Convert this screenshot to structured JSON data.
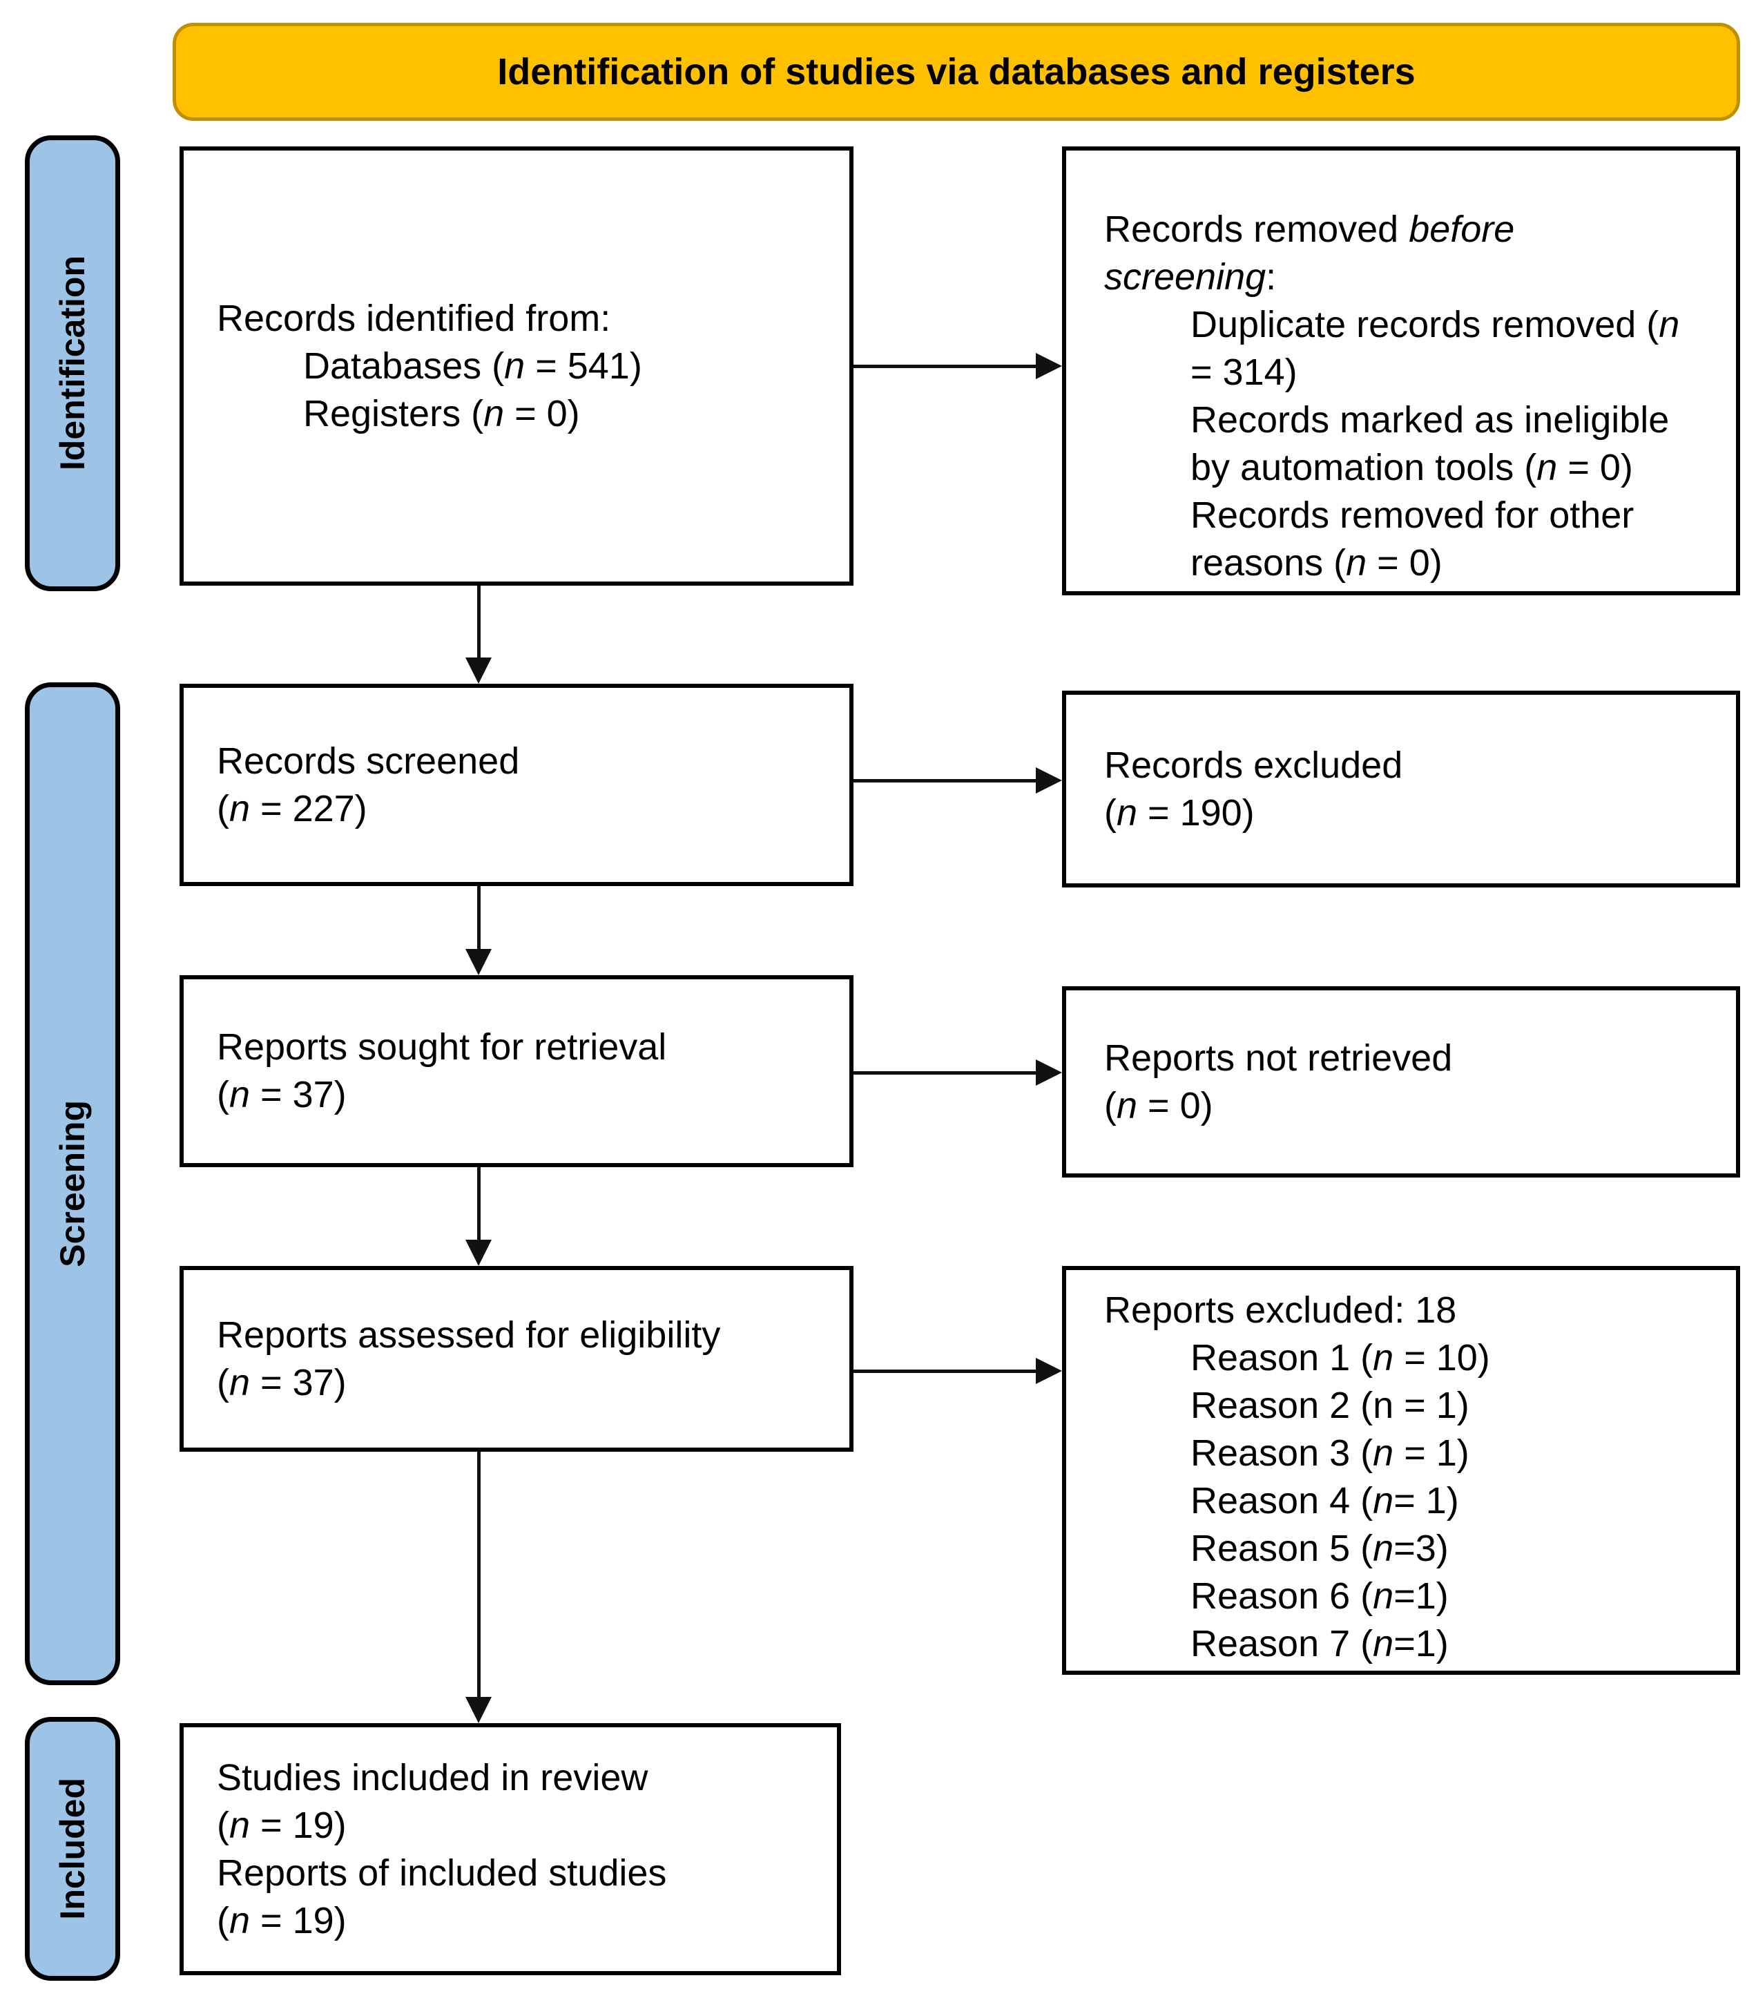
{
  "banner": {
    "label": "Identification of studies via databases and registers",
    "fill": "#FFC000",
    "border": "#BF9000"
  },
  "colors": {
    "stage_fill": "#9DC3E6",
    "box_border": "#000000",
    "arrow": "#111111"
  },
  "stages": {
    "identification": {
      "label": "Identification"
    },
    "screening": {
      "label": "Screening"
    },
    "included": {
      "label": "Included"
    }
  },
  "boxes": {
    "records_identified": {
      "lines": [
        {
          "text": "Records identified from:",
          "indent": 0
        },
        {
          "text": "Databases (*n* = 541)",
          "indent": 1
        },
        {
          "text": "Registers (*n* = 0)",
          "indent": 1
        }
      ]
    },
    "records_removed": {
      "lines": [
        {
          "text": "Records removed *before*",
          "indent": 0
        },
        {
          "text": "*screening*:",
          "indent": 0
        },
        {
          "text": "Duplicate records removed (*n*",
          "indent": 1
        },
        {
          "text": "= 314)",
          "indent": 1
        },
        {
          "text": "Records marked as ineligible",
          "indent": 1
        },
        {
          "text": "by automation tools (*n* = 0)",
          "indent": 1
        },
        {
          "text": "Records removed for other",
          "indent": 1
        },
        {
          "text": "reasons (*n* = 0)",
          "indent": 1
        }
      ]
    },
    "records_screened": {
      "lines": [
        {
          "text": "Records screened",
          "indent": 0
        },
        {
          "text": "(*n* = 227)",
          "indent": 0
        }
      ]
    },
    "records_excluded": {
      "lines": [
        {
          "text": "Records excluded",
          "indent": 0
        },
        {
          "text": "(*n* = 190)",
          "indent": 0
        }
      ]
    },
    "reports_sought": {
      "lines": [
        {
          "text": "Reports sought for retrieval",
          "indent": 0
        },
        {
          "text": "(*n* = 37)",
          "indent": 0
        }
      ]
    },
    "reports_not_retrieved": {
      "lines": [
        {
          "text": "Reports not retrieved",
          "indent": 0
        },
        {
          "text": "(*n* = 0)",
          "indent": 0
        }
      ]
    },
    "reports_assessed": {
      "lines": [
        {
          "text": "Reports assessed for eligibility",
          "indent": 0
        },
        {
          "text": "(*n* = 37)",
          "indent": 0
        }
      ]
    },
    "reports_excluded": {
      "lines": [
        {
          "text": "Reports excluded: 18",
          "indent": 0
        },
        {
          "text": "Reason 1 (*n* = 10)",
          "indent": 1
        },
        {
          "text": "Reason 2 (n = 1)",
          "indent": 1
        },
        {
          "text": "Reason 3 (*n* = 1)",
          "indent": 1
        },
        {
          "text": "Reason 4 (*n*= 1)",
          "indent": 1
        },
        {
          "text": "Reason 5 (*n*=3)",
          "indent": 1
        },
        {
          "text": "Reason 6 (*n*=1)",
          "indent": 1
        },
        {
          "text": "Reason 7 (*n*=1)",
          "indent": 1
        }
      ]
    },
    "studies_included": {
      "lines": [
        {
          "text": "Studies included in review",
          "indent": 0
        },
        {
          "text": "(*n* = 19)",
          "indent": 0
        },
        {
          "text": "Reports of included studies",
          "indent": 0
        },
        {
          "text": "(*n* = 19)",
          "indent": 0
        }
      ]
    }
  }
}
